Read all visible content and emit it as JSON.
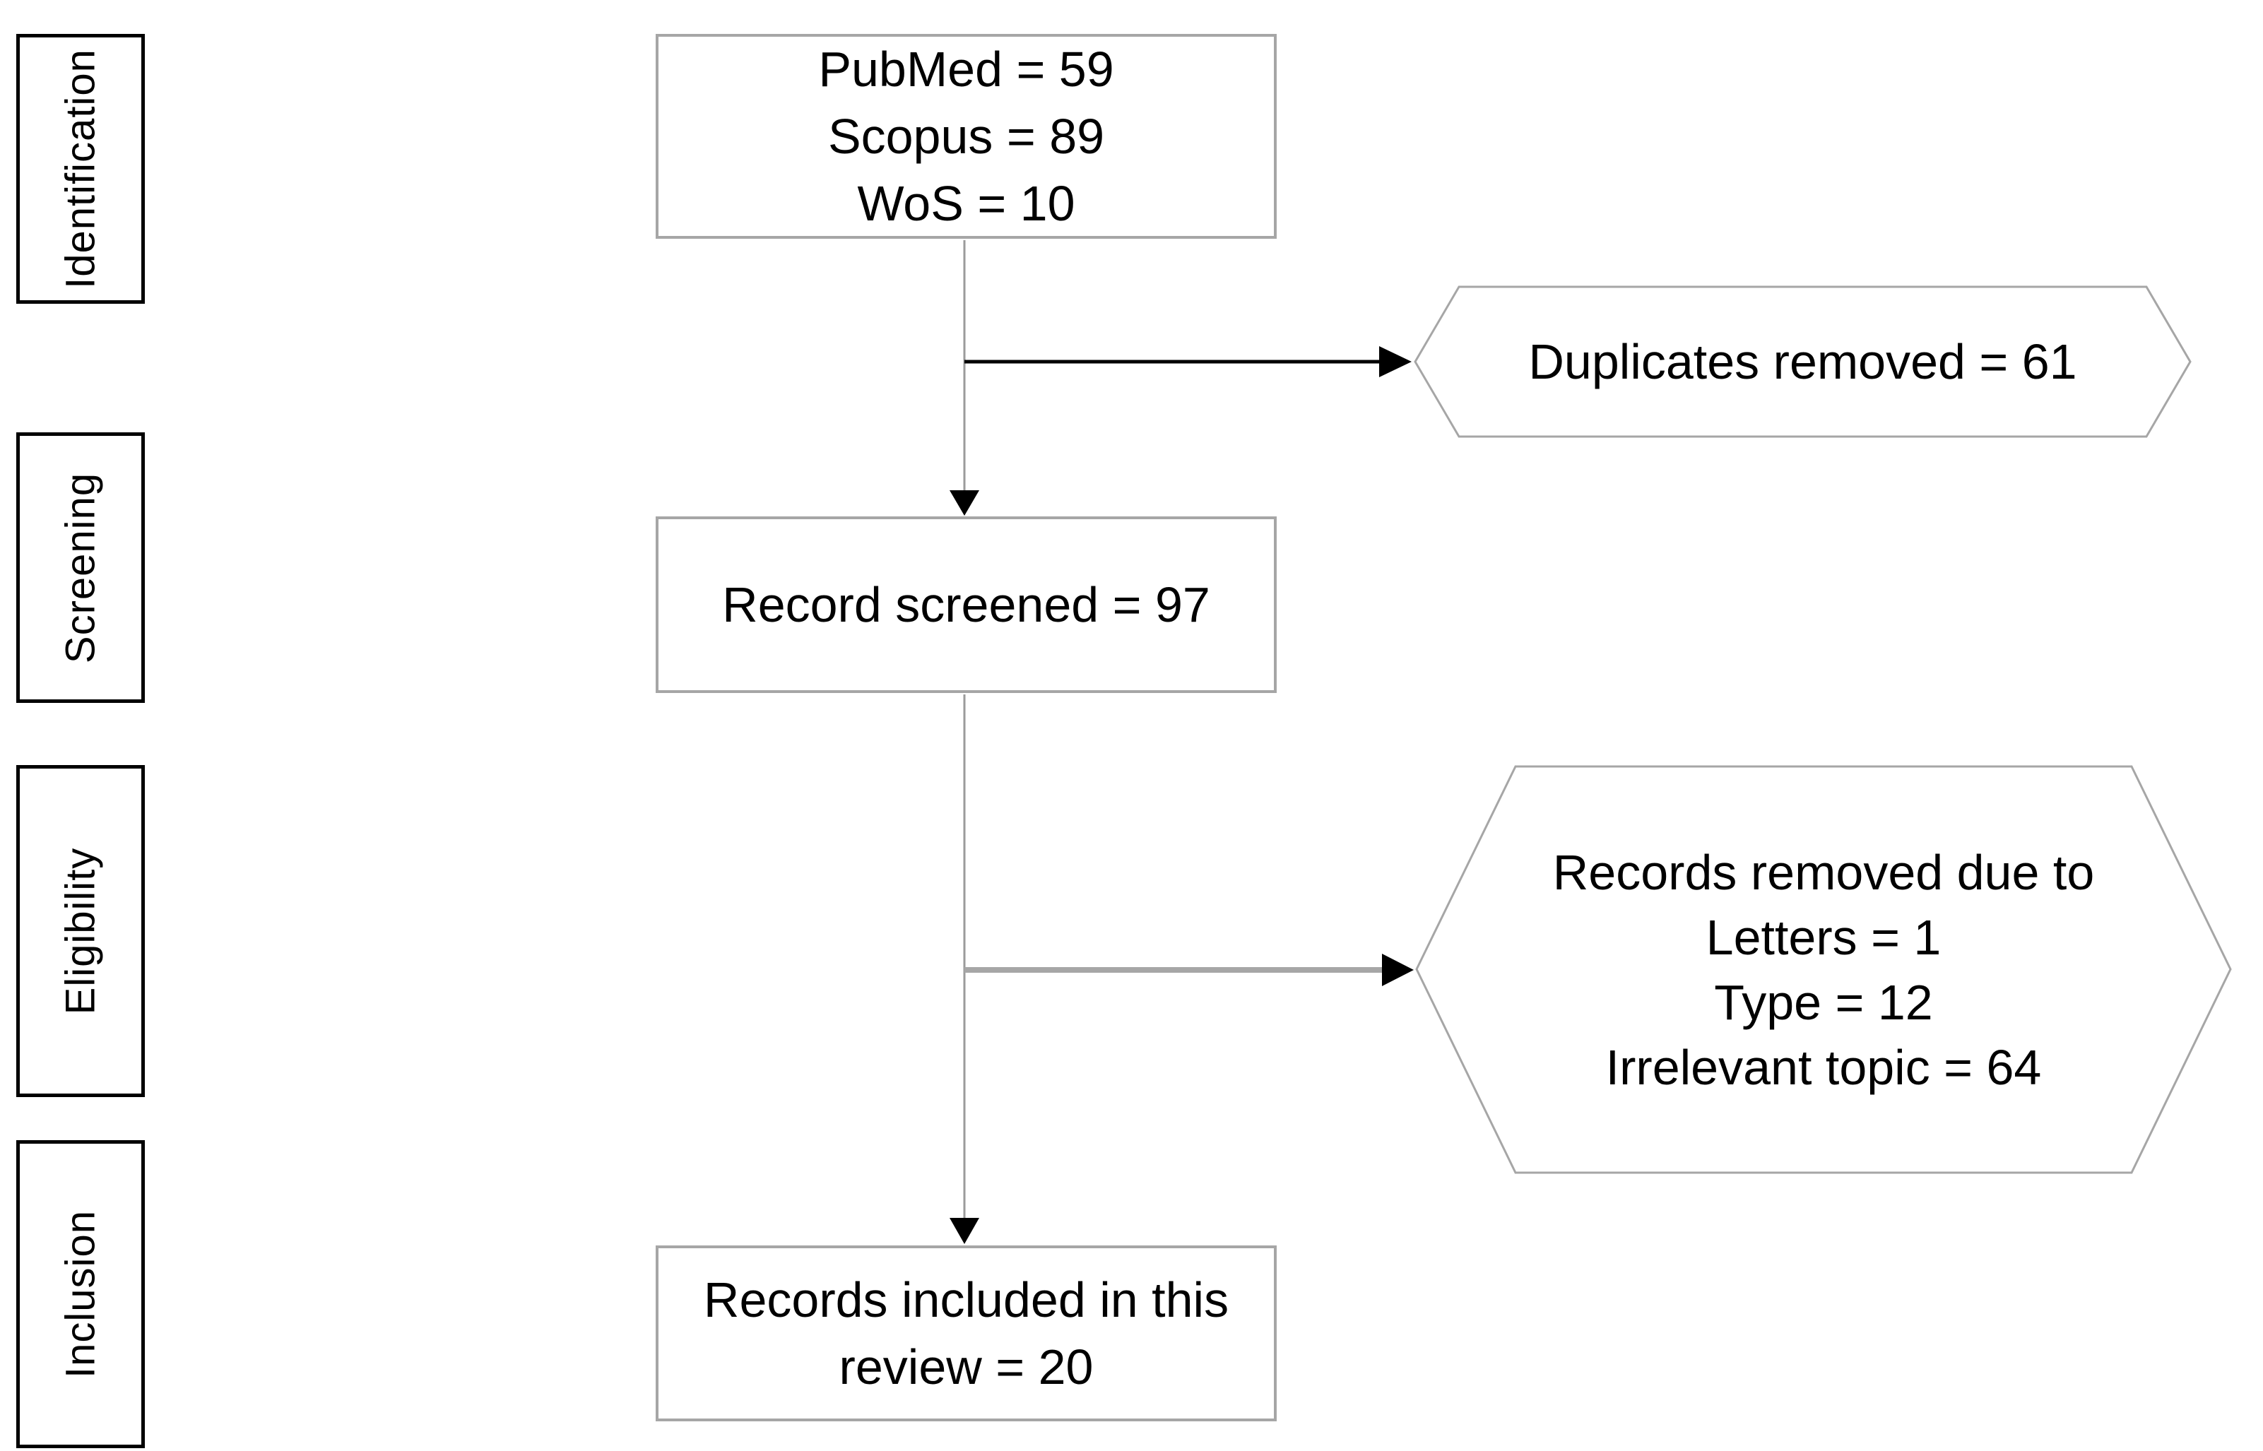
{
  "diagram": {
    "kind": "prisma-flow-diagram",
    "stages": [
      {
        "label": "Identification"
      },
      {
        "label": "Screening"
      },
      {
        "label": "Eligibility"
      },
      {
        "label": "Inclusion"
      }
    ],
    "flow": {
      "sources_box": {
        "lines": [
          "PubMed = 59",
          "Scopus = 89",
          "WoS = 10"
        ]
      },
      "screened_box": {
        "lines": [
          "Record screened = 97"
        ]
      },
      "included_box": {
        "lines": [
          "Records included in this",
          "review = 20"
        ]
      },
      "duplicates_hexagon": {
        "lines": [
          "Duplicates removed = 61"
        ]
      },
      "removed_hexagon": {
        "lines": [
          "Records removed due to",
          "Letters = 1",
          "Type = 12",
          "Irrelevant topic = 64"
        ]
      }
    },
    "colors": {
      "background": "#ffffff",
      "text": "#000000",
      "stage_box_border": "#000000",
      "flow_box_border": "#a6a6a6",
      "hexagon_border": "#a6a6a6",
      "connector_line": "#9b9b9b",
      "branch_arrow_black": "#000000",
      "branch_line_gray": "#a6a6a6",
      "arrowhead": "#000000"
    }
  }
}
